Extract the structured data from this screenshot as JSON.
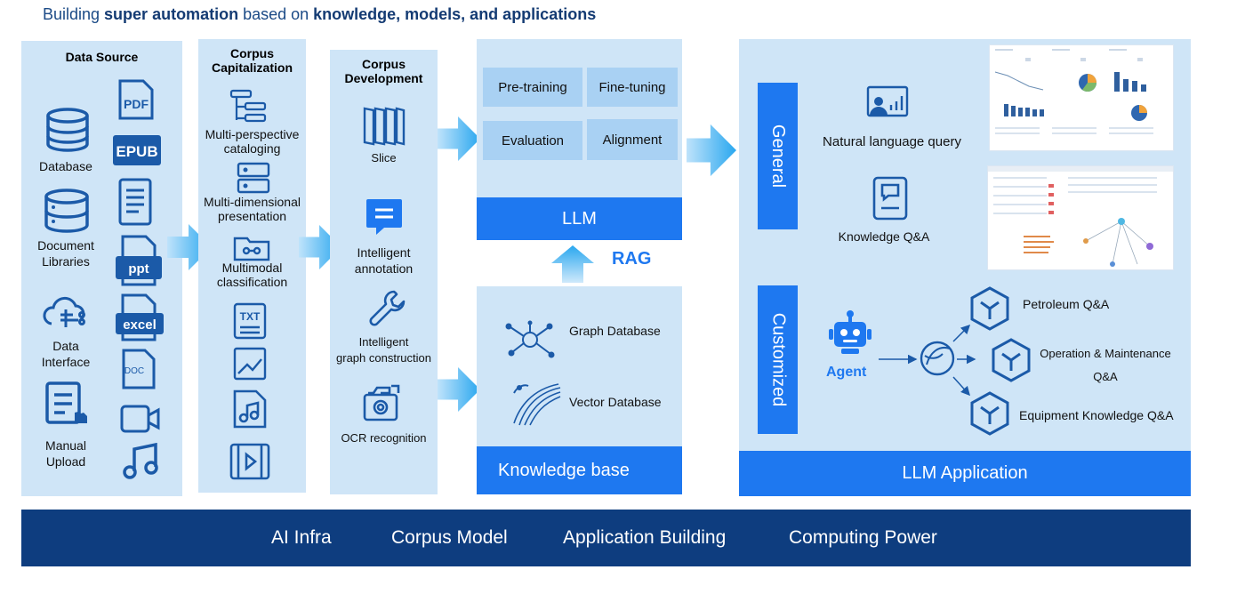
{
  "title": {
    "pre": "Building ",
    "bold1": "super automation",
    "mid": " based on ",
    "bold2": "knowledge, models, and applications"
  },
  "data_source": {
    "heading": "Data Source",
    "items": [
      "Database",
      "Document\nLibraries",
      "Data\nInterface",
      "Manual\nUpload"
    ],
    "file_icons": [
      "PDF",
      "EPUB",
      "ppt",
      "excel",
      "DOC"
    ]
  },
  "corpus_cap": {
    "heading": "Corpus\nCapitalization",
    "items": [
      "Multi-perspective\ncataloging",
      "Multi-dimensional\npresentation",
      "Multimodal\nclassification"
    ],
    "file_icons": [
      "TXT"
    ]
  },
  "corpus_dev": {
    "heading": "Corpus\nDevelopment",
    "items": [
      "Slice",
      "Intelligent\nannotation",
      "Intelligent\ngraph construction",
      "OCR recognition"
    ]
  },
  "llm": {
    "boxes": [
      "Pre-training",
      "Fine-tuning",
      "Evaluation",
      "Alignment"
    ],
    "label": "LLM"
  },
  "rag": "RAG",
  "kb": {
    "items": [
      "Graph Database",
      "Vector Database"
    ],
    "label": "Knowledge base"
  },
  "app": {
    "general": "General",
    "customized": "Customized",
    "general_items": [
      "Natural language query",
      "Knowledge Q&A"
    ],
    "agent": "Agent",
    "qa_items": [
      "Petroleum Q&A",
      "Operation & Maintenance\nQ&A",
      "Equipment Knowledge Q&A"
    ],
    "label": "LLM Application"
  },
  "footer": [
    "AI Infra",
    "Corpus Model",
    "Application Building",
    "Computing Power"
  ],
  "colors": {
    "panel": "#cfe5f7",
    "accent": "#1e78f0",
    "dark": "#0e3d7f",
    "icon": "#1b5aa8"
  }
}
